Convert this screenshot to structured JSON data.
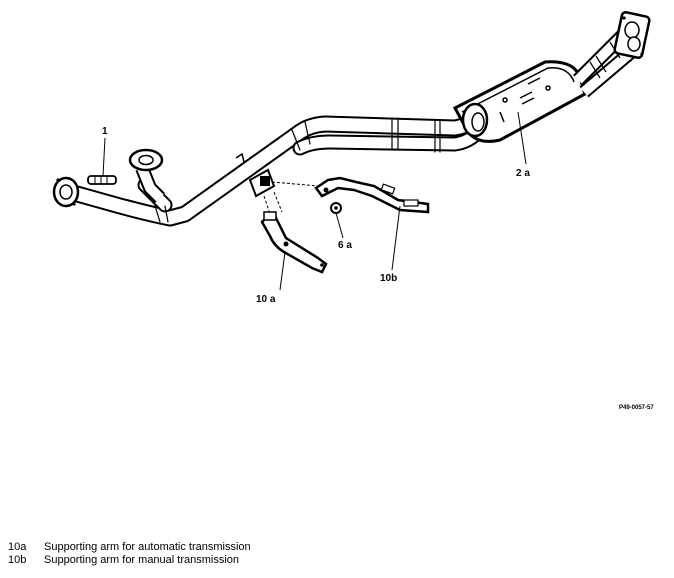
{
  "callouts": {
    "part_1": "1",
    "part_2a": "2 a",
    "part_6a": "6 a",
    "part_10a": "10 a",
    "part_10b": "10b"
  },
  "figure_code": "P49-0057-57",
  "legend": [
    {
      "key": "10a",
      "text": "Supporting arm for automatic transmission"
    },
    {
      "key": "10b",
      "text": "Supporting arm for manual transmission"
    }
  ]
}
